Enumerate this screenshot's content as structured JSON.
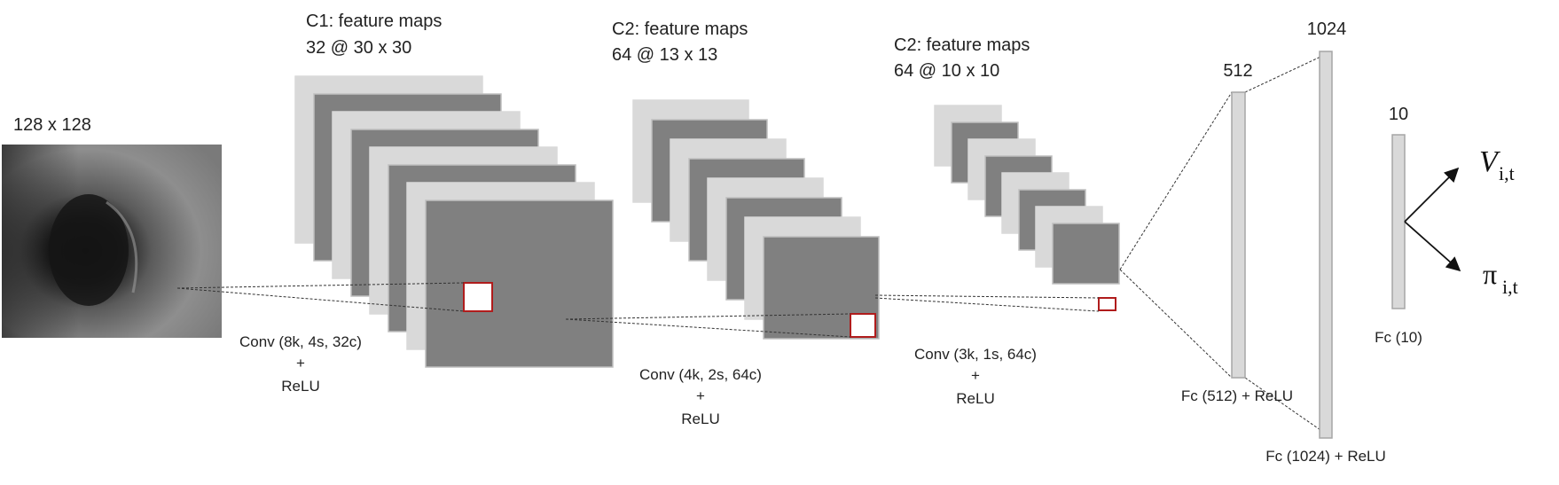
{
  "input": {
    "size_label": "128 x 128"
  },
  "layers": [
    {
      "title": "C1: feature maps",
      "shape": "32 @ 30 x 30",
      "op_line1": "Conv (8k, 4s, 32c)",
      "op_plus": "+",
      "op_line2": "ReLU"
    },
    {
      "title": "C2: feature maps",
      "shape": "64 @ 13 x 13",
      "op_line1": "Conv (4k, 2s, 64c)",
      "op_plus": "+",
      "op_line2": "ReLU"
    },
    {
      "title": "C2: feature maps",
      "shape": "64 @ 10 x 10",
      "op_line1": "Conv (3k, 1s, 64c)",
      "op_plus": "+",
      "op_line2": "ReLU"
    }
  ],
  "fc": [
    {
      "size": "512",
      "caption": "Fc (512) + ReLU"
    },
    {
      "size": "1024",
      "caption": "Fc (1024) + ReLU"
    },
    {
      "size": "10",
      "caption": "Fc (10)"
    }
  ],
  "outputs": {
    "value": {
      "symbol": "V",
      "subscript": "i,t"
    },
    "policy": {
      "symbol": "π",
      "subscript": "i,t"
    }
  },
  "colors": {
    "map_light": "#d9d9d9",
    "map_dark": "#808080",
    "map_border": "#bfbfbf",
    "kernel_border": "#b01c1c",
    "fc_fill": "#d9d9d9",
    "fc_border": "#a6a6a6",
    "line": "#333333"
  }
}
